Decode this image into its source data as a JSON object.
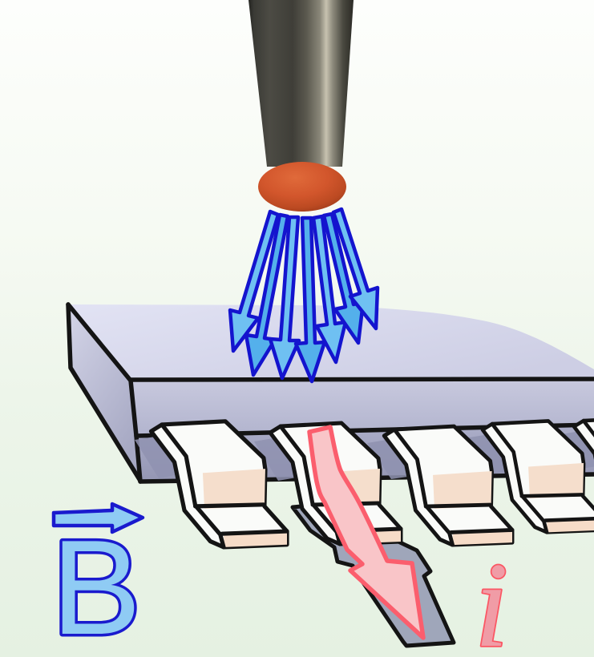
{
  "figure": {
    "labels": {
      "magnetic_field": "B",
      "current": "i"
    },
    "counts": {
      "field_arrows": 7,
      "chip_pins": 5
    },
    "colors": {
      "field_arrow_fill": "#6FC0F2",
      "field_arrow_fill_alt": "#54B0EB",
      "field_arrow_outline": "#1414CE",
      "b_vector_fill": "#8FCBF4",
      "b_vector_outline": "#1A1ACE",
      "b_label_fill": "#8FCBF4",
      "b_label_outline": "#1A1ACE",
      "current_arrow_fill": "#F9C5C8",
      "current_arrow_outline": "#FB5E6D",
      "i_label_fill": "#F09CA6",
      "i_label_outline": "#FB5663",
      "probe_tip_orange": "#D2562C",
      "chip_top_lavender": "#DBDCEF",
      "pcb_trace_gray": "#9FA6BA",
      "background_mint": "#E5F1E2"
    }
  }
}
